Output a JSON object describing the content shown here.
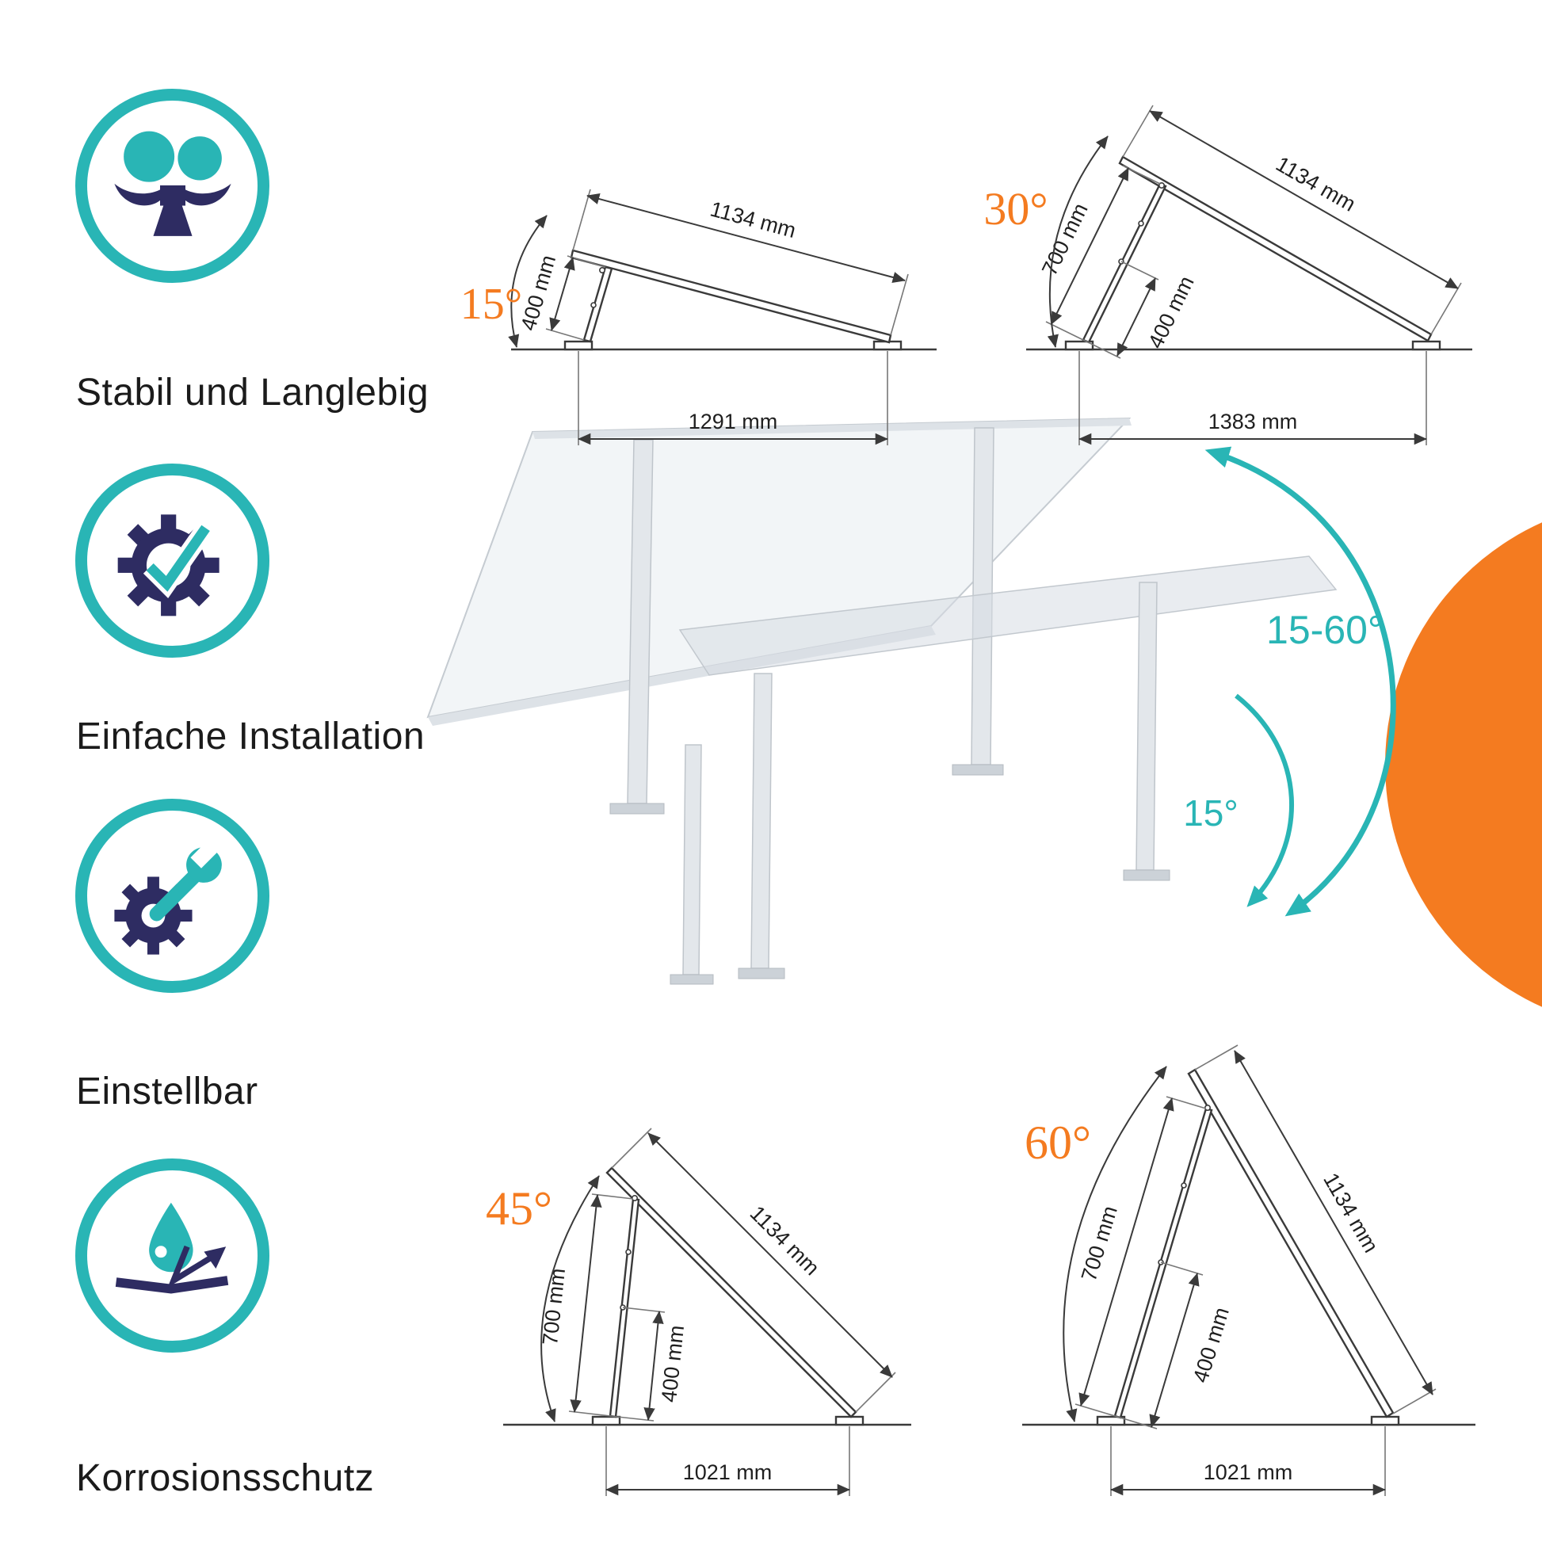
{
  "colors": {
    "teal": "#29b5b5",
    "navy": "#2e2c62",
    "orange": "#f47b20"
  },
  "features": [
    {
      "icon": "stability-balance-icon",
      "label": "Stabil und Langlebig"
    },
    {
      "icon": "gear-checkmark-icon",
      "label": "Einfache Installation"
    },
    {
      "icon": "wrench-gear-icon",
      "label": "Einstellbar"
    },
    {
      "icon": "water-droplet-icon",
      "label": "Korrosionsschutz"
    }
  ],
  "diagrams": {
    "d15": {
      "angle_label": "15°",
      "panel_dim": "1134 mm",
      "support_dim": "400 mm",
      "base_dim": "1291 mm"
    },
    "d30": {
      "angle_label": "30°",
      "panel_dim": "1134 mm",
      "support_dim": "700 mm",
      "inner_dim": "400 mm",
      "base_dim": "1383 mm"
    },
    "d45": {
      "angle_label": "45°",
      "panel_dim": "1134 mm",
      "support_dim": "700 mm",
      "inner_dim": "400 mm",
      "base_dim": "1021 mm"
    },
    "d60": {
      "angle_label": "60°",
      "panel_dim": "1134 mm",
      "support_dim": "700 mm",
      "inner_dim": "400 mm",
      "base_dim": "1021 mm"
    }
  },
  "center_illustration": {
    "tilt_range_label": "15-60°",
    "min_tilt_label": "15°"
  }
}
